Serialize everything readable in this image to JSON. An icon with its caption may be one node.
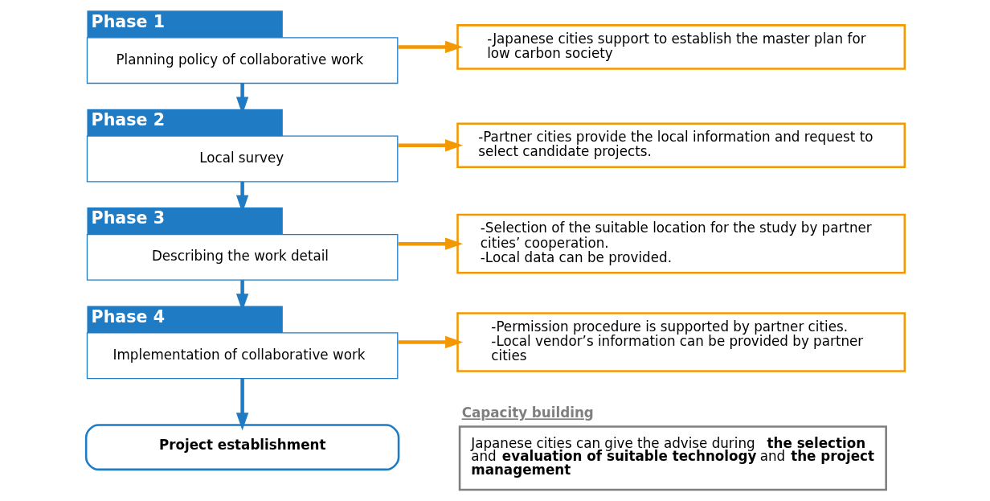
{
  "diagram": {
    "nodes": [
      {
        "text": [
          "Phase 1",
          "Planning policy of collaborative work"
        ]
      },
      {
        "text": [
          "Phase 2",
          "Local survey"
        ]
      },
      {
        "text": [
          "Phase 3",
          "Describing the work detail"
        ]
      },
      {
        "text": [
          "Phase 4",
          "Implementation of collaborative work"
        ]
      },
      {
        "text": [
          "Project establishment"
        ]
      },
      {
        "text": [
          "-Japanese cities support to establish the master plan for low carbon society"
        ]
      },
      {
        "text": [
          "-Partner cities provide the local information and request to select candidate projects."
        ]
      },
      {
        "text": [
          "-Selection of the suitable location for the study by partner cities’ cooperation.",
          "-Local data can be provided."
        ]
      },
      {
        "text": [
          "-Permission procedure is supported by partner cities.",
          "-Local vendor’s information can be provided by partner cities"
        ]
      },
      {
        "text": [
          "Capacity building",
          "Japanese cities can give the advise during **the selection** and **evaluation of suitable technology** and **the project management**"
        ]
      }
    ],
    "edges": [
      {
        "from": 0,
        "to": 1,
        "arrow": "to",
        "color": "#1f7bc4"
      },
      {
        "from": 1,
        "to": 2,
        "arrow": "to",
        "color": "#1f7bc4"
      },
      {
        "from": 2,
        "to": 3,
        "arrow": "to",
        "color": "#1f7bc4"
      },
      {
        "from": 3,
        "to": 4,
        "arrow": "to",
        "color": "#1f7bc4"
      },
      {
        "from": 0,
        "to": 5,
        "arrow": "to",
        "color": "#f39800"
      },
      {
        "from": 1,
        "to": 6,
        "arrow": "to",
        "color": "#f39800"
      },
      {
        "from": 2,
        "to": 7,
        "arrow": "to",
        "color": "#f39800"
      },
      {
        "from": 3,
        "to": 8,
        "arrow": "to",
        "color": "#f39800"
      }
    ]
  }
}
